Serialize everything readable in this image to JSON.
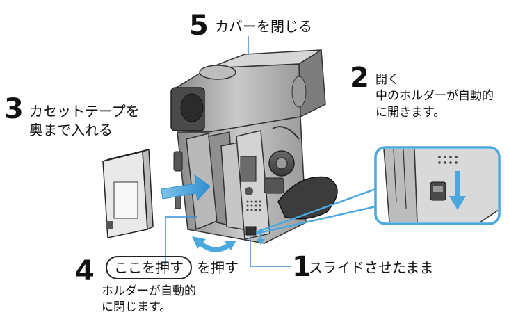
{
  "steps": {
    "step1": {
      "number": "1",
      "title": "スライドさせたまま"
    },
    "step2": {
      "number": "2",
      "title": "開く",
      "desc_line1": "中のホルダーが自動的",
      "desc_line2": "に開きます。"
    },
    "step3": {
      "number": "3",
      "title_line1": "カセットテープを",
      "title_line2": "奥まで入れる"
    },
    "step4": {
      "number": "4",
      "button_label": "ここを押す",
      "title": "を押す",
      "desc_line1": "ホルダーが自動的",
      "desc_line2": "に閉じます。"
    },
    "step5": {
      "number": "5",
      "title": "カバーを閉じる"
    }
  },
  "colors": {
    "accent": "#4aa8df",
    "line": "#3a8fd6",
    "body": "#9e9e9e",
    "body_dark": "#555555"
  },
  "icons": [
    "camcorder",
    "cassette-tape",
    "insert-arrow",
    "swing-arrow",
    "slide-down-arrow",
    "zoom-callout"
  ]
}
